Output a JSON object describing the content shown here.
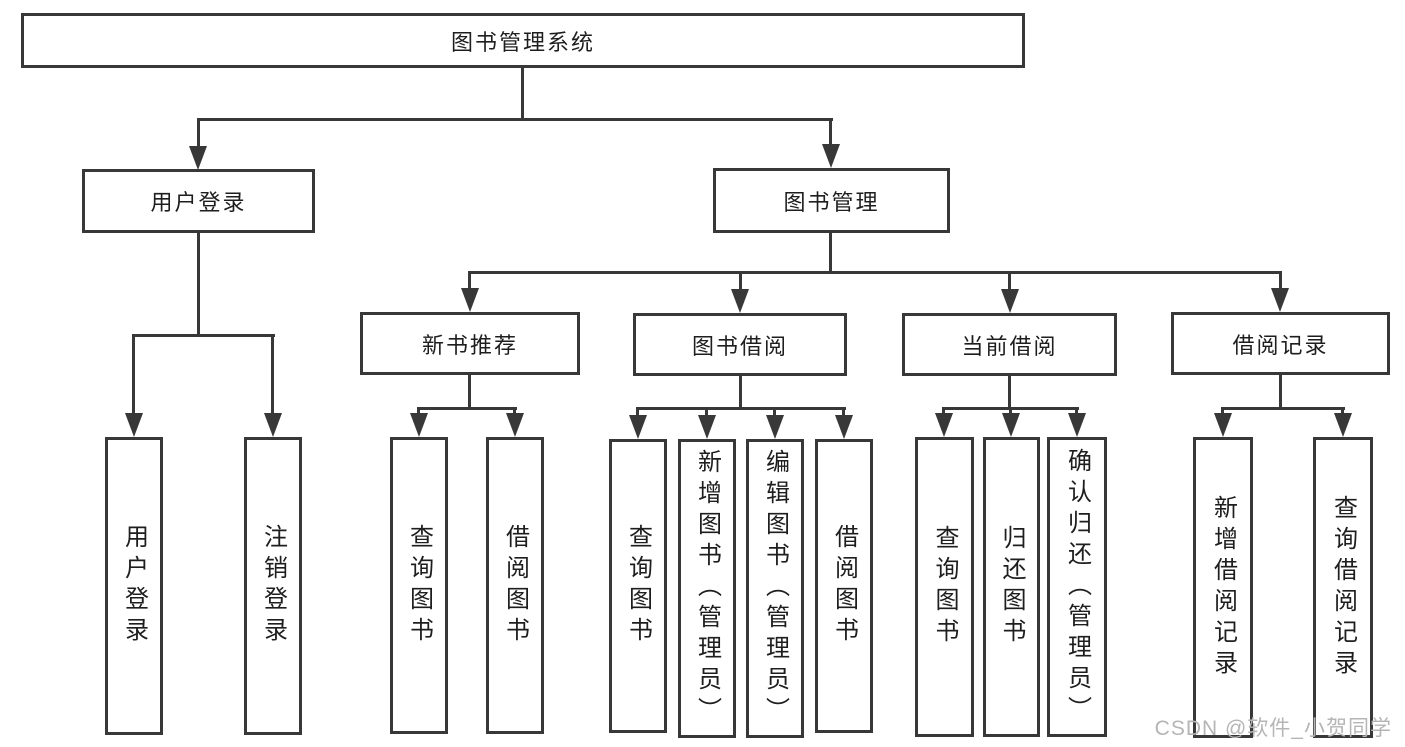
{
  "diagram_type": "hierarchy-tree",
  "colors": {
    "line": "#383838",
    "text": "#1e1e1e",
    "background": "#ffffff",
    "watermark": "#b5b5b5"
  },
  "tree": {
    "root": {
      "label": "图书管理系统"
    },
    "level2": [
      {
        "label": "用户登录",
        "children": [
          {
            "label": "用户登录"
          },
          {
            "label": "注销登录"
          }
        ]
      },
      {
        "label": "图书管理",
        "children": [
          {
            "label": "新书推荐",
            "children": [
              {
                "label": "查询图书"
              },
              {
                "label": "借阅图书"
              }
            ]
          },
          {
            "label": "图书借阅",
            "children": [
              {
                "label": "查询图书"
              },
              {
                "label": "新增图书（管理员）"
              },
              {
                "label": "编辑图书（管理员）"
              },
              {
                "label": "借阅图书"
              }
            ]
          },
          {
            "label": "当前借阅",
            "children": [
              {
                "label": "查询图书"
              },
              {
                "label": "归还图书"
              },
              {
                "label": "确认归还（管理员）"
              }
            ]
          },
          {
            "label": "借阅记录",
            "children": [
              {
                "label": "新增借阅记录"
              },
              {
                "label": "查询借阅记录"
              }
            ]
          }
        ]
      }
    ]
  },
  "watermark": {
    "text": "CSDN @软件_小贺同学"
  }
}
